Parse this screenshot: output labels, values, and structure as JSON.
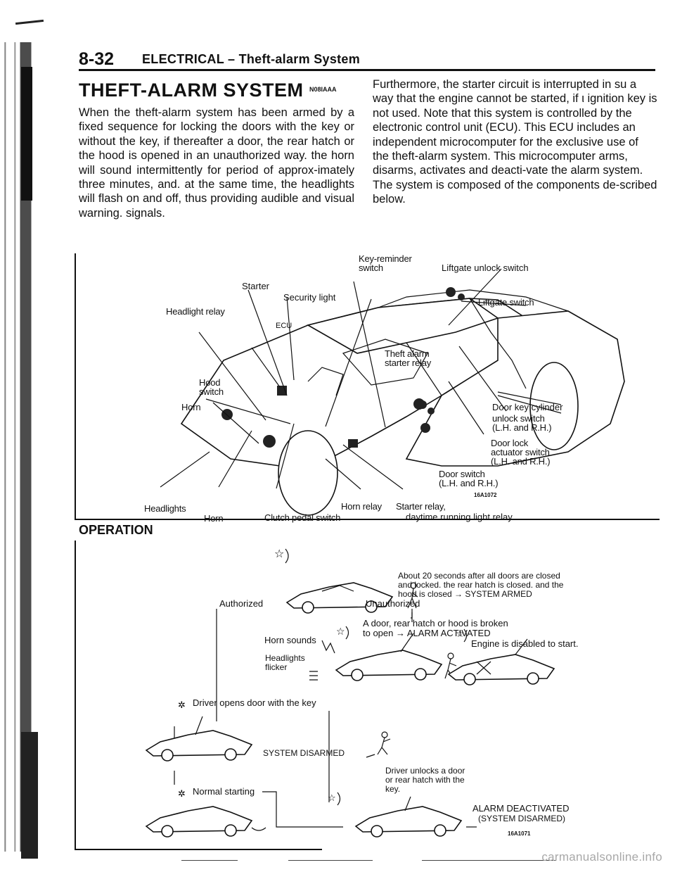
{
  "header": {
    "page_number": "8-32",
    "title": "ELECTRICAL – Theft-alarm System"
  },
  "section": {
    "title": "THEFT-ALARM SYSTEM",
    "code": "N08IAAA",
    "left_paragraph": "When the theft-alarm system has been armed by a fixed sequence for locking the doors with the key or without the key, if thereafter a door, the rear hatch or the hood is opened in an unauthorized way. the horn will sound intermittently for period of approx-imately three minutes, and. at the same time, the headlights will flash on and off, thus providing audible and visual warning. signals.",
    "right_paragraph_1": "Furthermore, the starter circuit is interrupted in su a way that the engine cannot be started, if ι ignition key is not used. Note that this system is controlled by the electronic control unit (ECU). This ECU includes an independent microcomputer for the exclusive use of the theft-alarm system. This microcomputer arms, disarms, activates and deacti-vate the alarm system.",
    "right_paragraph_2": "The system is composed of the components de-scribed below."
  },
  "figure1": {
    "labels": {
      "key_reminder": "Key-reminder\nswitch",
      "liftgate_unlock": "Liftgate unlock switch",
      "starter": "Starter",
      "security_light": "Security light",
      "liftgate_switch": "Liftgate switch",
      "headlight_relay": "Headlight relay",
      "ecu": "ECU",
      "theft_alarm_relay": "Theft alarm\nstarter relay",
      "hood_switch": "Hood\nswitch",
      "horn_top": "Horn",
      "door_key_cylinder": "Door key cylinder",
      "unlock_switch": "unlock switch\n(L.H. and R.H.)",
      "door_lock_actuator": "Door lock\nactuator switch\n(L.H. and R.H.)",
      "door_switch": "Door switch\n(L.H. and R.H.)",
      "figure_code": "16A1072",
      "headlights": "Headlights",
      "horn_relay": "Horn relay",
      "starter_relay": "Starter relay,",
      "daytime_relay": "daytime running light relay",
      "horn_bottom": "Horn",
      "clutch_switch": "Clutch pedal switch"
    }
  },
  "operation": {
    "title": "OPERATION",
    "armed_text": "About 20 seconds after all doors are closed\nand locked. the rear hatch is closed. and the\nhood is closed → SYSTEM ARMED",
    "authorized": "Authorized",
    "unauthorized": "Unauthorized",
    "broken_text_1": "A door, rear hatch or hood is broken",
    "broken_text_2": "to open → ALARM ACTIVATED",
    "horn_sounds": "Horn sounds",
    "engine_disabled": "Engine is disabled to start.",
    "headlights_flicker": "Headlights\nflicker",
    "driver_opens": "Driver opens door with the key",
    "system_disarmed": "SYSTEM DISARMED",
    "driver_unlocks": "Driver unlocks a door\nor rear hatch with the\nkey.",
    "normal_starting": "Normal starting",
    "alarm_deactivated": "ALARM DEACTIVATED",
    "system_disarmed_paren": "(SYSTEM DISARMED)",
    "figure_code": "16A1071"
  },
  "footer": {
    "watermark": "carmanualsonline.info"
  }
}
